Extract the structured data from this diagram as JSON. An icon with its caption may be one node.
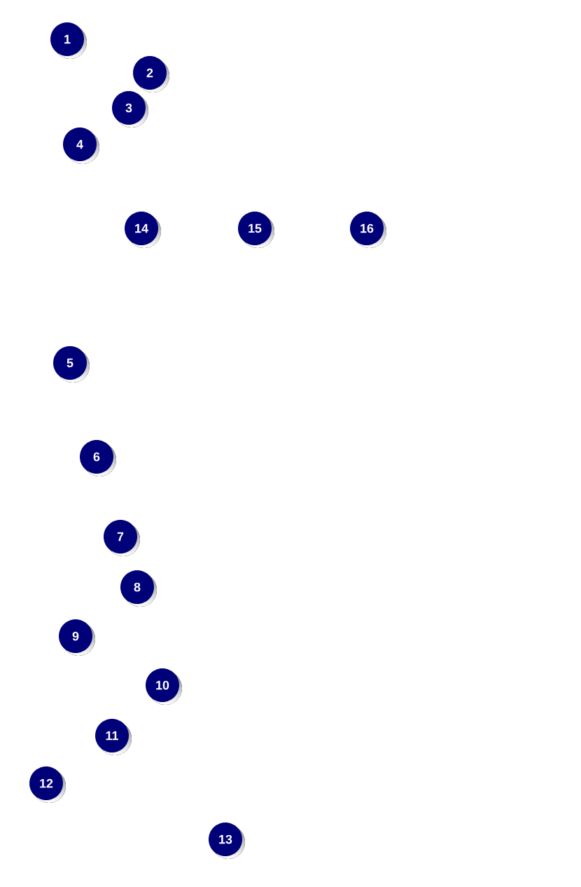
{
  "diagram": {
    "labels": [
      "1",
      "2",
      "3",
      "4",
      "14",
      "15",
      "16",
      "5",
      "6",
      "7",
      "8",
      "9",
      "10",
      "11",
      "12",
      "13"
    ]
  }
}
